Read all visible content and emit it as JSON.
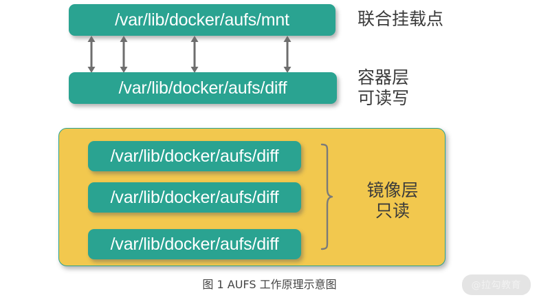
{
  "diagram": {
    "caption": "图 1 AUFS 工作原理示意图",
    "watermark": "@拉勾教育",
    "colors": {
      "teal": "#2AA391",
      "yellow": "#F2C84E",
      "arrow_gray": "#6E6E6E",
      "brace_gray": "#7A7A7A",
      "text_dark": "#3B3B3B",
      "box_text": "#FFFFFF",
      "background": "#FFFFFF"
    },
    "mount_layer": {
      "path": "/var/lib/docker/aufs/mnt",
      "annotation": "联合挂载点"
    },
    "container_layer": {
      "path": "/var/lib/docker/aufs/diff",
      "annotation": "容器层\n可读写"
    },
    "image_layer": {
      "annotation": "镜像层\n只读",
      "paths": [
        "/var/lib/docker/aufs/diff",
        "/var/lib/docker/aufs/diff",
        "/var/lib/docker/aufs/diff"
      ]
    },
    "arrows": {
      "count": 4,
      "style": "double-headed-vertical",
      "positions_x": [
        133,
        180,
        283,
        418
      ]
    }
  }
}
